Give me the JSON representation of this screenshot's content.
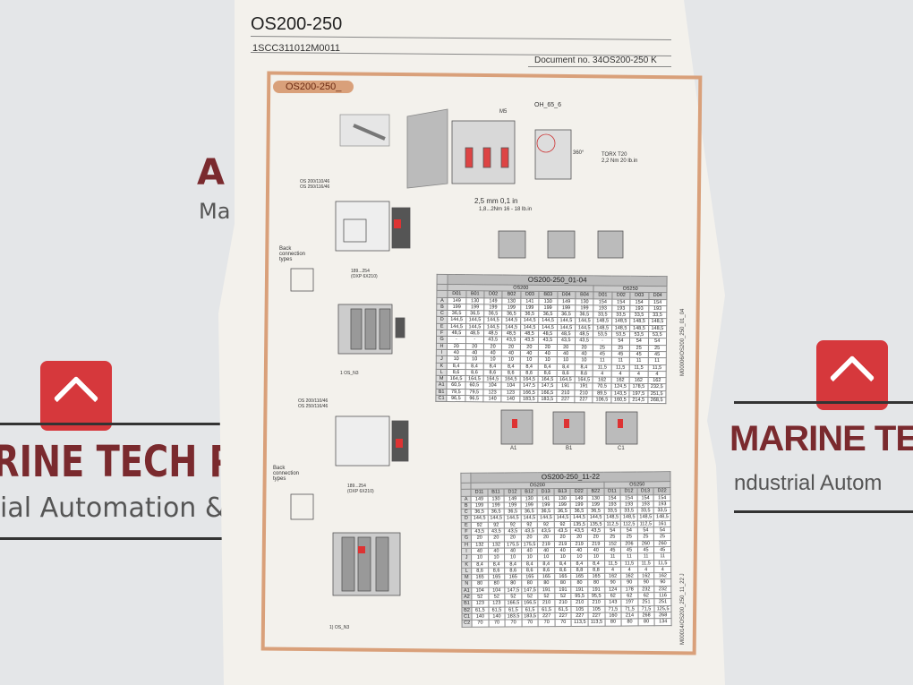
{
  "background": {
    "brand_left": "RINE TECH P",
    "brand_left_sub": "ial Automation &",
    "brand_top": "A",
    "brand_top_sub": "Ma",
    "brand_right": "MARINE TEC",
    "brand_right_sub": "ndustrial Autom",
    "logo_color": "#d6383c",
    "text_color": "#7a2a2e"
  },
  "doc": {
    "title": "OS200-250",
    "code": "1SCC311012M0011",
    "document_no": "Document no. 34OS200-250   K",
    "section_tag": "OS200-250_",
    "frame_color": "#d9a07a",
    "notes": {
      "m5": "M5",
      "oh": "OH_65_6",
      "torque": "2,5 mm  0,1 in",
      "nm": "1,8...2Nm  16 - 18 lb.in",
      "torx": "TORX T20",
      "torx_nm": "2,2 Nm  20 lb.in",
      "deg360": "360°",
      "back1": "Back connection types",
      "back2": "Back connection types",
      "os1": "OS 200/110/46\nOS 250/116/46",
      "os2": "OS 200/110/46\nOS 250/116/46",
      "dim1": "189...254\n(OXP 6X210)",
      "dim2": "189...254\n(OXP 6X210)",
      "n3a": "1 OS_N3",
      "n3b": "1) OS_N3",
      "a1": "A1",
      "b1": "B1",
      "c1": "C1",
      "side1": "M00006/OS200_250_01_04",
      "side2": "M00014/OS200_250_11_22 J"
    }
  },
  "table1": {
    "title": "OS200-250_01-04",
    "groups": [
      {
        "name": "OS200",
        "span": 8
      },
      {
        "name": "OS250",
        "span": 4
      }
    ],
    "columns": [
      "D01",
      "B01",
      "D02",
      "B02",
      "D03",
      "B03",
      "D04",
      "B04",
      "D01",
      "D02",
      "D03",
      "D04"
    ],
    "rows": [
      {
        "k": "A",
        "v": [
          "149",
          "130",
          "149",
          "130",
          "141",
          "130",
          "149",
          "130",
          "154",
          "154",
          "154",
          "154"
        ]
      },
      {
        "k": "B",
        "v": [
          "199",
          "199",
          "199",
          "199",
          "199",
          "199",
          "199",
          "199",
          "193",
          "193",
          "193",
          "193"
        ]
      },
      {
        "k": "C",
        "v": [
          "36,5",
          "36,5",
          "36,5",
          "36,5",
          "36,5",
          "36,5",
          "36,5",
          "36,5",
          "33,5",
          "33,5",
          "33,5",
          "33,5"
        ]
      },
      {
        "k": "D",
        "v": [
          "144,5",
          "144,5",
          "144,5",
          "144,5",
          "144,5",
          "144,5",
          "144,5",
          "144,5",
          "148,5",
          "148,5",
          "148,5",
          "148,5"
        ]
      },
      {
        "k": "E",
        "v": [
          "144,5",
          "144,5",
          "144,5",
          "144,5",
          "144,5",
          "144,5",
          "144,5",
          "144,5",
          "148,5",
          "148,5",
          "148,5",
          "148,5"
        ]
      },
      {
        "k": "F",
        "v": [
          "48,5",
          "48,5",
          "48,5",
          "48,5",
          "48,5",
          "48,5",
          "48,5",
          "48,5",
          "53,5",
          "53,5",
          "53,5",
          "53,5"
        ]
      },
      {
        "k": "G",
        "v": [
          "-",
          "-",
          "43,5",
          "43,5",
          "43,5",
          "43,5",
          "43,5",
          "43,5",
          "-",
          "54",
          "54",
          "54"
        ]
      },
      {
        "k": "H",
        "v": [
          "20",
          "20",
          "20",
          "20",
          "20",
          "20",
          "20",
          "20",
          "25",
          "25",
          "25",
          "25"
        ]
      },
      {
        "k": "I",
        "v": [
          "40",
          "40",
          "40",
          "40",
          "40",
          "40",
          "40",
          "40",
          "45",
          "45",
          "45",
          "45"
        ]
      },
      {
        "k": "J",
        "v": [
          "10",
          "10",
          "10",
          "10",
          "10",
          "10",
          "10",
          "10",
          "11",
          "11",
          "11",
          "11"
        ]
      },
      {
        "k": "K",
        "v": [
          "8,4",
          "8,4",
          "8,4",
          "8,4",
          "8,4",
          "8,4",
          "8,4",
          "8,4",
          "11,5",
          "11,5",
          "11,5",
          "11,5"
        ]
      },
      {
        "k": "L",
        "v": [
          "8,6",
          "8,6",
          "8,6",
          "8,6",
          "8,6",
          "8,6",
          "8,6",
          "8,6",
          "4",
          "4",
          "4",
          "4"
        ]
      },
      {
        "k": "M",
        "v": [
          "164,5",
          "164,5",
          "164,5",
          "164,5",
          "164,5",
          "164,5",
          "164,5",
          "164,5",
          "162",
          "162",
          "162",
          "162"
        ]
      },
      {
        "k": "A1",
        "v": [
          "60,5",
          "60,5",
          "104",
          "104",
          "147,5",
          "147,5",
          "191",
          "191",
          "70,5",
          "124,5",
          "178,5",
          "232,5"
        ]
      },
      {
        "k": "B1",
        "v": [
          "79,5",
          "79,5",
          "123",
          "123",
          "166,5",
          "166,5",
          "210",
          "210",
          "89,5",
          "143,5",
          "197,5",
          "251,5"
        ]
      },
      {
        "k": "C1",
        "v": [
          "96,5",
          "96,5",
          "140",
          "140",
          "183,5",
          "183,5",
          "227",
          "227",
          "106,5",
          "160,5",
          "214,5",
          "268,5"
        ]
      }
    ]
  },
  "table2": {
    "title": "OS200-250_11-22",
    "groups": [
      {
        "name": "OS200",
        "span": 8
      },
      {
        "name": "OS250",
        "span": 4
      }
    ],
    "columns": [
      "D11",
      "B11",
      "D12",
      "B12",
      "D13",
      "B13",
      "D22",
      "B22",
      "D11",
      "D12",
      "D13",
      "D22"
    ],
    "rows": [
      {
        "k": "A",
        "v": [
          "149",
          "130",
          "149",
          "130",
          "141",
          "130",
          "149",
          "130",
          "154",
          "154",
          "154",
          "154"
        ]
      },
      {
        "k": "B",
        "v": [
          "199",
          "199",
          "199",
          "199",
          "199",
          "199",
          "199",
          "199",
          "193",
          "193",
          "193",
          "193"
        ]
      },
      {
        "k": "C",
        "v": [
          "36,5",
          "36,5",
          "36,5",
          "36,5",
          "36,5",
          "36,5",
          "36,5",
          "36,5",
          "33,5",
          "33,5",
          "33,5",
          "33,5"
        ]
      },
      {
        "k": "D",
        "v": [
          "144,5",
          "144,5",
          "144,5",
          "144,5",
          "144,5",
          "144,5",
          "144,5",
          "144,5",
          "148,5",
          "148,5",
          "148,5",
          "148,5"
        ]
      },
      {
        "k": "E",
        "v": [
          "92",
          "92",
          "92",
          "92",
          "92",
          "92",
          "135,5",
          "135,5",
          "112,5",
          "112,5",
          "112,5",
          "161"
        ]
      },
      {
        "k": "F",
        "v": [
          "43,5",
          "43,5",
          "43,5",
          "43,5",
          "43,5",
          "43,5",
          "43,5",
          "43,5",
          "54",
          "54",
          "54",
          "54"
        ]
      },
      {
        "k": "G",
        "v": [
          "20",
          "20",
          "20",
          "20",
          "20",
          "20",
          "20",
          "20",
          "25",
          "25",
          "25",
          "25"
        ]
      },
      {
        "k": "H",
        "v": [
          "132",
          "132",
          "175,5",
          "175,5",
          "219",
          "219",
          "219",
          "219",
          "152",
          "206",
          "260",
          "260"
        ]
      },
      {
        "k": "I",
        "v": [
          "40",
          "40",
          "40",
          "40",
          "40",
          "40",
          "40",
          "40",
          "45",
          "45",
          "45",
          "45"
        ]
      },
      {
        "k": "J",
        "v": [
          "10",
          "10",
          "10",
          "10",
          "10",
          "10",
          "10",
          "10",
          "11",
          "11",
          "11",
          "11"
        ]
      },
      {
        "k": "K",
        "v": [
          "8,4",
          "8,4",
          "8,4",
          "8,4",
          "8,4",
          "8,4",
          "8,4",
          "8,4",
          "11,5",
          "11,5",
          "11,5",
          "11,5"
        ]
      },
      {
        "k": "L",
        "v": [
          "8,6",
          "8,6",
          "8,6",
          "8,6",
          "8,6",
          "8,6",
          "8,8",
          "8,8",
          "4",
          "4",
          "4",
          "4"
        ]
      },
      {
        "k": "M",
        "v": [
          "165",
          "165",
          "165",
          "165",
          "165",
          "165",
          "165",
          "165",
          "162",
          "162",
          "162",
          "162"
        ]
      },
      {
        "k": "N",
        "v": [
          "80",
          "80",
          "80",
          "80",
          "80",
          "80",
          "80",
          "80",
          "90",
          "90",
          "90",
          "90"
        ]
      },
      {
        "k": "A1",
        "v": [
          "104",
          "104",
          "147,5",
          "147,5",
          "191",
          "191",
          "191",
          "191",
          "124",
          "178",
          "232",
          "232"
        ]
      },
      {
        "k": "A2",
        "v": [
          "52",
          "52",
          "52",
          "52",
          "52",
          "52",
          "95,5",
          "95,5",
          "62",
          "62",
          "62",
          "116"
        ]
      },
      {
        "k": "B1",
        "v": [
          "123",
          "123",
          "166,5",
          "166,5",
          "210",
          "210",
          "210",
          "210",
          "143",
          "197",
          "251",
          "251"
        ]
      },
      {
        "k": "B2",
        "v": [
          "61,5",
          "61,5",
          "61,5",
          "61,5",
          "61,5",
          "61,5",
          "105",
          "105",
          "71,5",
          "71,5",
          "71,5",
          "125,5"
        ]
      },
      {
        "k": "C1",
        "v": [
          "140",
          "140",
          "183,5",
          "183,5",
          "227",
          "227",
          "227",
          "227",
          "160",
          "214",
          "268",
          "268"
        ]
      },
      {
        "k": "C2",
        "v": [
          "70",
          "70",
          "70",
          "70",
          "70",
          "70",
          "113,5",
          "113,5",
          "80",
          "80",
          "80",
          "134"
        ]
      }
    ]
  }
}
